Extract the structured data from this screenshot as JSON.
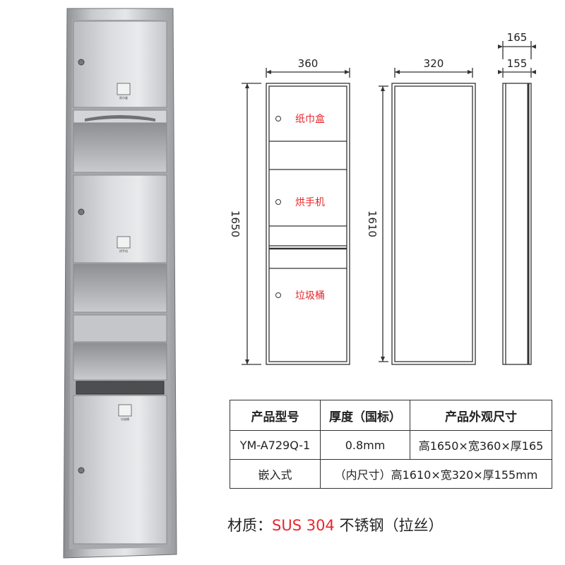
{
  "photo": {
    "paper_icon_caption": "纸巾盒",
    "dryer_icon_caption": "烘手机",
    "bin_icon_caption": "垃圾桶"
  },
  "dimensions": {
    "front_width": "360",
    "inner_width": "320",
    "side_outer_depth": "165",
    "side_inner_depth": "155",
    "outer_height": "1650",
    "inner_height": "1610"
  },
  "compartments": {
    "paper": "纸巾盒",
    "dryer": "烘手机",
    "bin": "垃圾桶"
  },
  "colors": {
    "accent_red": "#e8262b",
    "line": "#333333"
  },
  "spec_table": {
    "headers": [
      "产品型号",
      "厚度（国标）",
      "产品外观尺寸"
    ],
    "rows": [
      [
        "YM-A729Q-1",
        "0.8mm",
        "高1650×宽360×厚165"
      ],
      [
        "嵌入式",
        "（内尺寸）高1610×宽320×厚155mm"
      ]
    ]
  },
  "material": {
    "label": "材质：",
    "value": "SUS 304",
    "suffix": " 不锈钢（拉丝）"
  }
}
